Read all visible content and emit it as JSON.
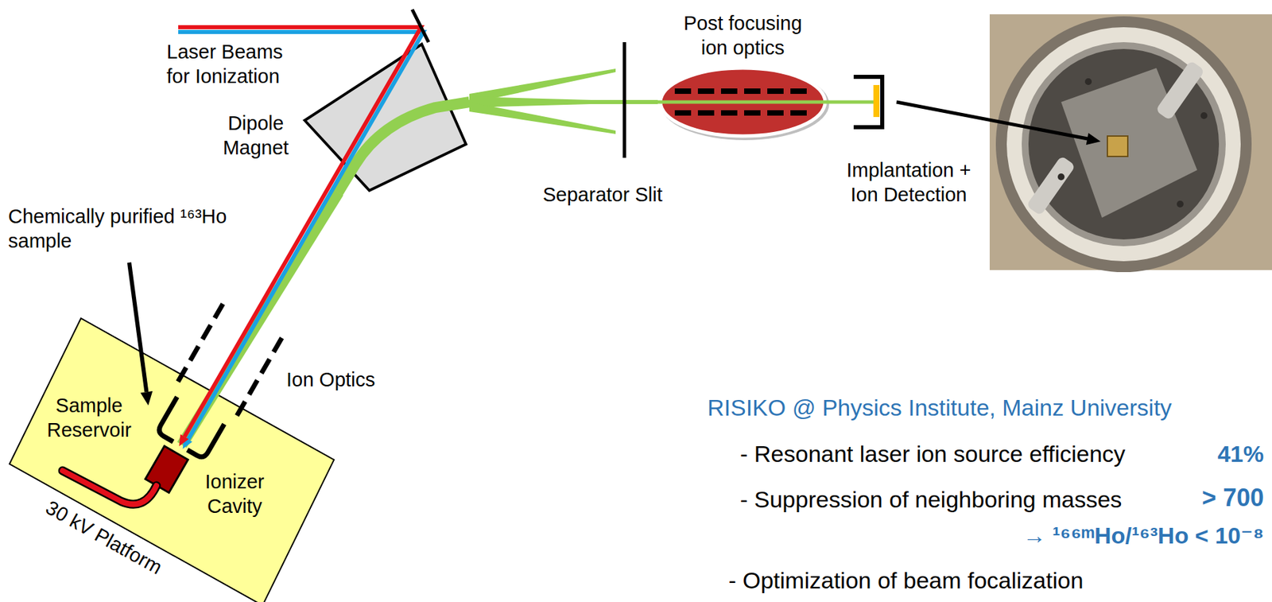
{
  "diagram": {
    "nodes": [
      {
        "text": [
          "30 kV Platform"
        ]
      },
      {
        "text": [
          "Ionizer Cavity"
        ],
        "in": 0
      },
      {
        "text": [
          "Dipole Magnet"
        ]
      },
      {
        "text": [
          "Post focusing ion optics"
        ]
      },
      {
        "text": [
          "Implantation + Ion Detection"
        ]
      }
    ],
    "edges": [
      {
        "from": 1,
        "to": 2,
        "arrow": "none"
      },
      {
        "from": 2,
        "to": 3,
        "arrow": "none"
      },
      {
        "from": 3,
        "to": 4,
        "arrow": "none"
      }
    ],
    "labels": [
      "Laser Beams for Ionization",
      "Chemically purified ¹⁶³Ho sample",
      "Sample Reservoir",
      "Ion Optics",
      "Separator Slit",
      "RISIKO @ Physics Institute, Mainz University",
      "- Resonant laser ion source efficiency",
      "41%",
      "- Suppression of neighboring masses",
      "> 700",
      "→ ¹⁶⁶ᵐHo/¹⁶³Ho < 10⁻⁸",
      "- Optimization of beam focalization"
    ]
  }
}
